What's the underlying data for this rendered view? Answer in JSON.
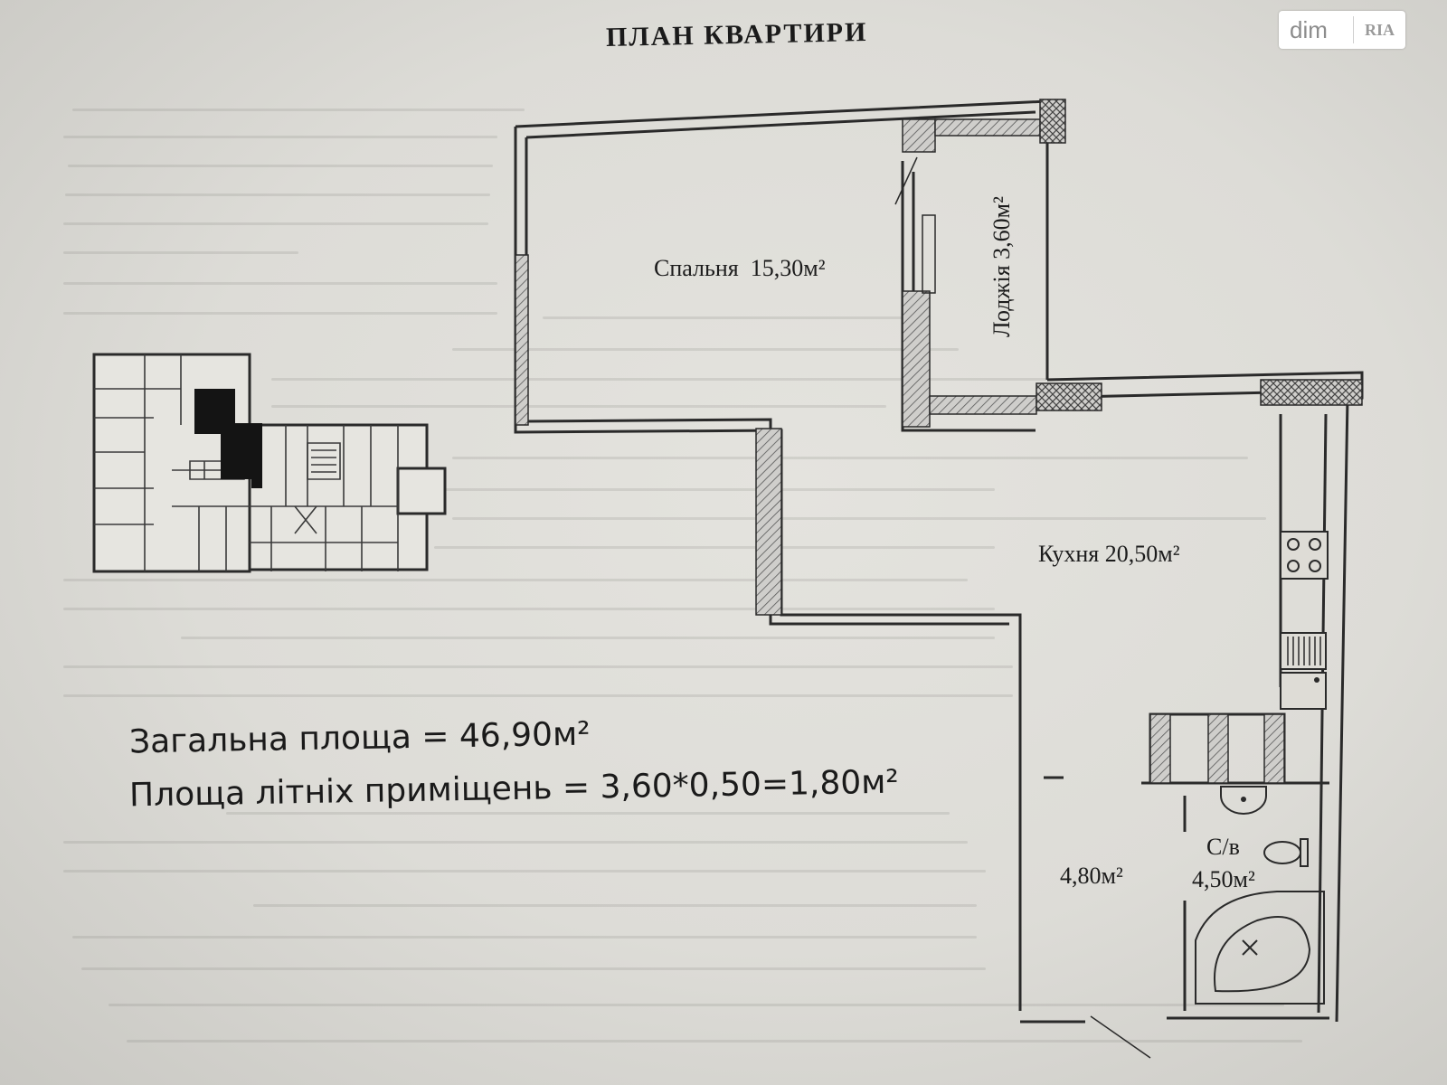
{
  "title": "ПЛАН КВАРТИРИ",
  "logo": {
    "text_dim": "dim",
    "text_ria": "RIA"
  },
  "rooms": {
    "bedroom": {
      "name": "Спальня",
      "area": "15,30м²"
    },
    "loggia": {
      "label": "Лоджія 3,60м²"
    },
    "kitchen": {
      "label": "Кухня 20,50м²"
    },
    "hallway": {
      "area": "4,80м²"
    },
    "bathroom": {
      "name": "С/в",
      "area": "4,50м²"
    }
  },
  "summary": {
    "total": "Загальна площа  = 46,90м²",
    "summer": "Площа літніх приміщень = 3,60*0,50=1,80м²"
  },
  "colors": {
    "ink": "#1a1a1a",
    "paper": "#e0dfda",
    "wall_hatch": "#6b6b6b",
    "key_plan_highlight": "#141414"
  },
  "icons": [
    "stove-icon",
    "oven-icon",
    "sink-icon",
    "washbasin-icon",
    "toilet-icon",
    "bathtub-icon",
    "key-floor-plan"
  ]
}
